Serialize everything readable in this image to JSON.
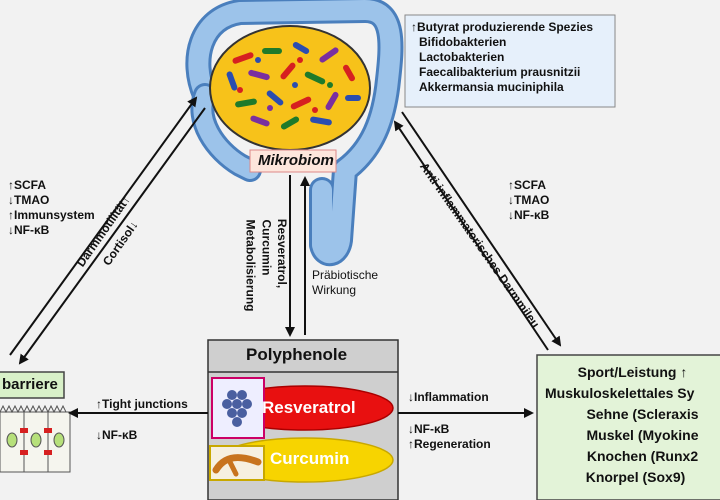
{
  "microbiome": {
    "label": "Mikrobiom",
    "species": [
      "↑Butyrat produzierende Spezies",
      "Bifidobakterien",
      "Lactobakterien",
      "Faecalibakterium prausnitzii",
      "Akkermansia muciniphila"
    ]
  },
  "left_effects": [
    "↑SCFA",
    "↓TMAO",
    "↑Immunsystem",
    "↓NF-κB"
  ],
  "right_effects": [
    "↑SCFA",
    "↓TMAO",
    "↓NF-κB"
  ],
  "left_diagonal": {
    "line1": "Darmmotilität↑",
    "line2": "Cortisol↓"
  },
  "right_diagonal": "Anti-inflammatorisches Darmmileu",
  "center_down": {
    "line1": "Resveratrol,",
    "line2": "Curcumin",
    "line3": "Metabolisierung"
  },
  "center_up": {
    "line1": "Präbiotische",
    "line2": "Wirkung"
  },
  "polyphenols": {
    "title": "Polyphenole",
    "item1": "Resveratrol",
    "item2": "Curcumin"
  },
  "barrier": {
    "label": "barriere",
    "effect1": "↑Tight junctions",
    "effect2": "↓NF-κB"
  },
  "middle_right": {
    "inflammation": "↓Inflammation",
    "nfkb": "↓NF-κB",
    "regeneration": "↑Regeneration"
  },
  "sport": {
    "lines": [
      "Sport/Leistung ↑",
      "Muskuloskelettales Sy",
      "Sehne (Scleraxis",
      "Muskel (Myokine",
      "Knochen (Runx2",
      "Knorpel (Sox9)"
    ]
  },
  "colors": {
    "intestine": "#8fb6e0",
    "microbiome_fill": "#f7c21a",
    "resveratrol": "#e81010",
    "curcumin": "#f7d400",
    "sport_box": "#e3f3d8",
    "barrier_box": "#d8f0c8",
    "species_box": "#e6f0fb"
  }
}
